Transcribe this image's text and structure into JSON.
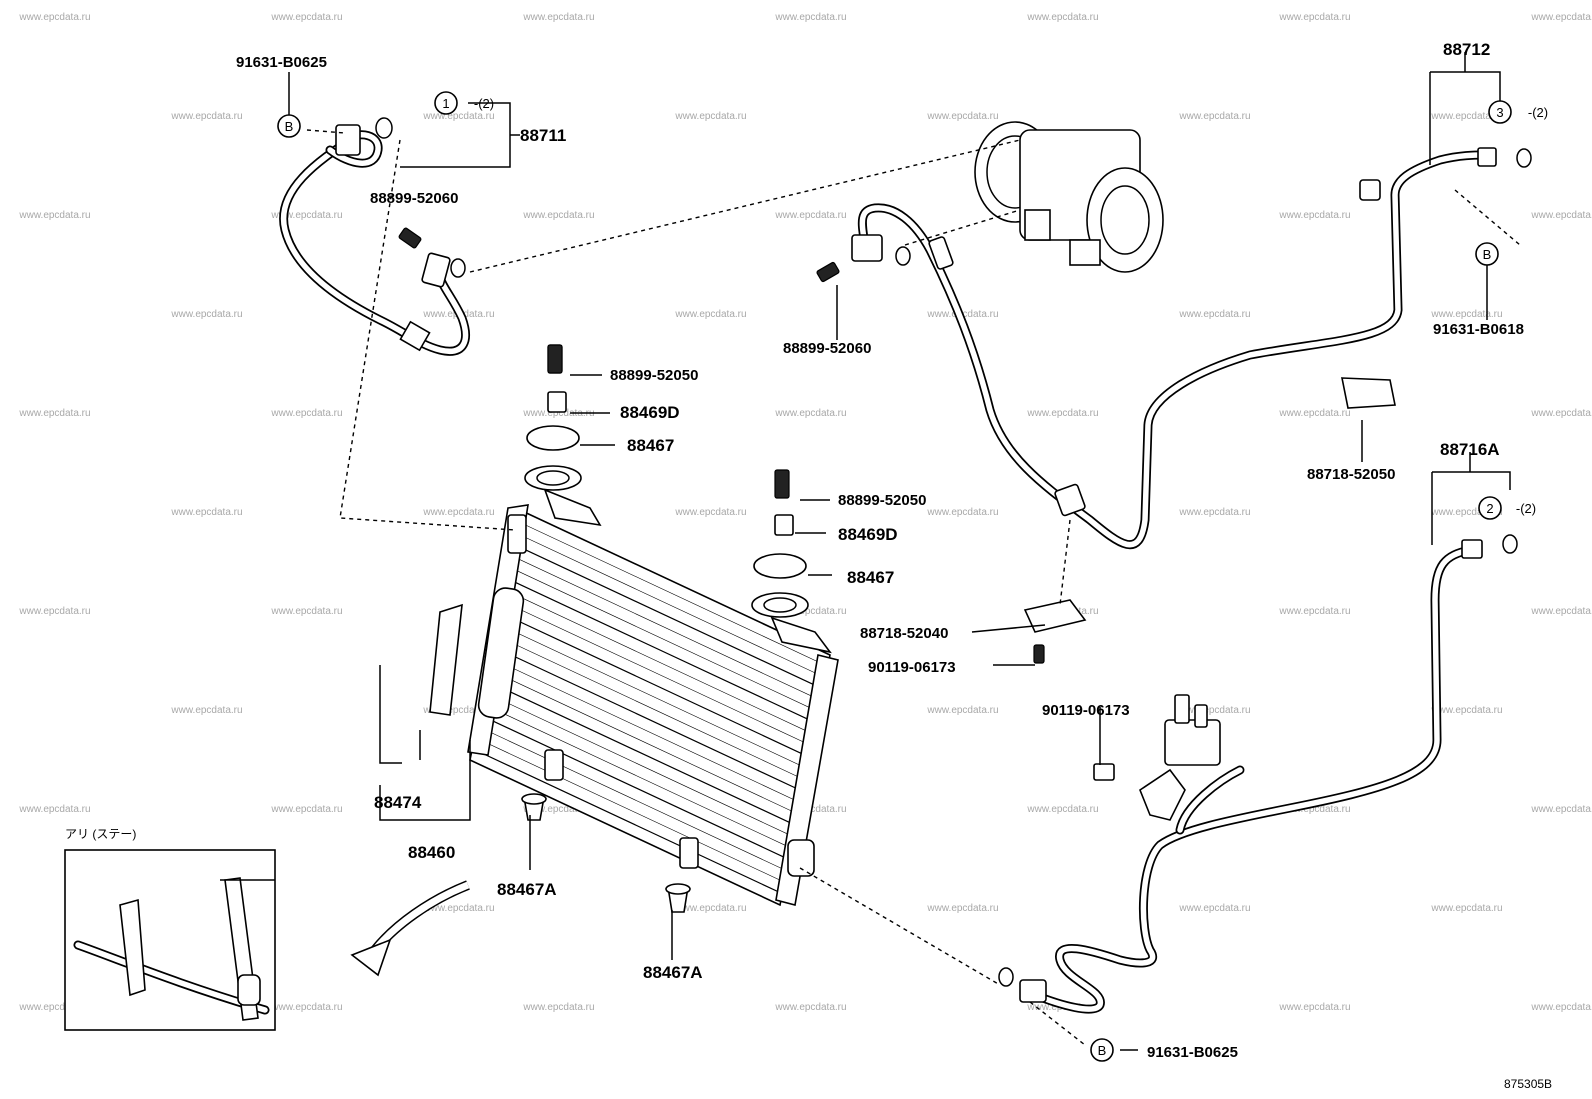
{
  "labels": {
    "p91631_b0625_a": "91631-B0625",
    "p88711": "88711",
    "p88899_52060_a": "88899-52060",
    "p88899_52050_a": "88899-52050",
    "p88469d_a": "88469D",
    "p88467_a": "88467",
    "p88899_52050_b": "88899-52050",
    "p88469d_b": "88469D",
    "p88467_b": "88467",
    "p88899_52060_b": "88899-52060",
    "p88712": "88712",
    "p91631_b0618": "91631-B0618",
    "p88718_52050": "88718-52050",
    "p88716a": "88716A",
    "p88718_52040": "88718-52040",
    "p90119_06173_a": "90119-06173",
    "p90119_06173_b": "90119-06173",
    "p88474": "88474",
    "p88460": "88460",
    "p88467a_a": "88467A",
    "p88467a_b": "88467A",
    "p91631_b0625_b": "91631-B0625"
  },
  "callouts": {
    "b1": "B",
    "b2": "B",
    "b3": "B",
    "c1_num": "1",
    "c1_qty": "-(2)",
    "c2_num": "2",
    "c2_qty": "-(2)",
    "c3_num": "3",
    "c3_qty": "-(2)"
  },
  "inset": {
    "caption": "アリ (ステー)"
  },
  "watermark_text": "www.epcdata.ru",
  "diagram_id": "875305B"
}
